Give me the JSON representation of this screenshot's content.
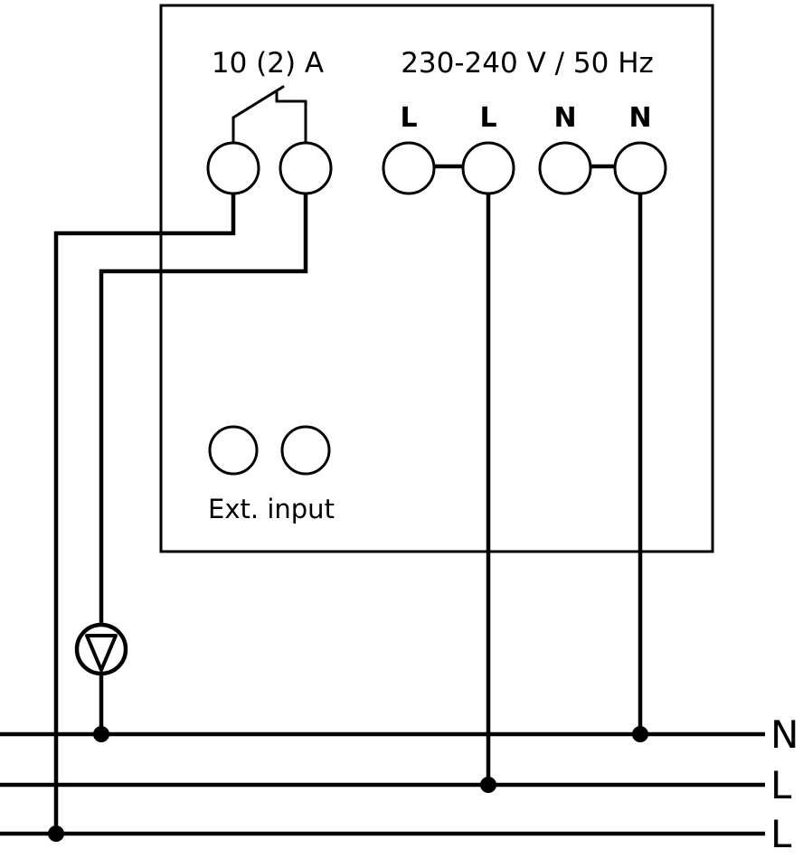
{
  "device": {
    "relay_rating_label": "10 (2) A",
    "supply_label": "230-240 V / 50 Hz",
    "terminal_labels": {
      "l1": "L",
      "l2": "L",
      "n1": "N",
      "n2": "N"
    },
    "ext_input_label": "Ext. input"
  },
  "mains": {
    "neutral_label": "N",
    "line1_label": "L",
    "line2_label": "L"
  },
  "colors": {
    "stroke": "#000000",
    "background": "#ffffff"
  }
}
